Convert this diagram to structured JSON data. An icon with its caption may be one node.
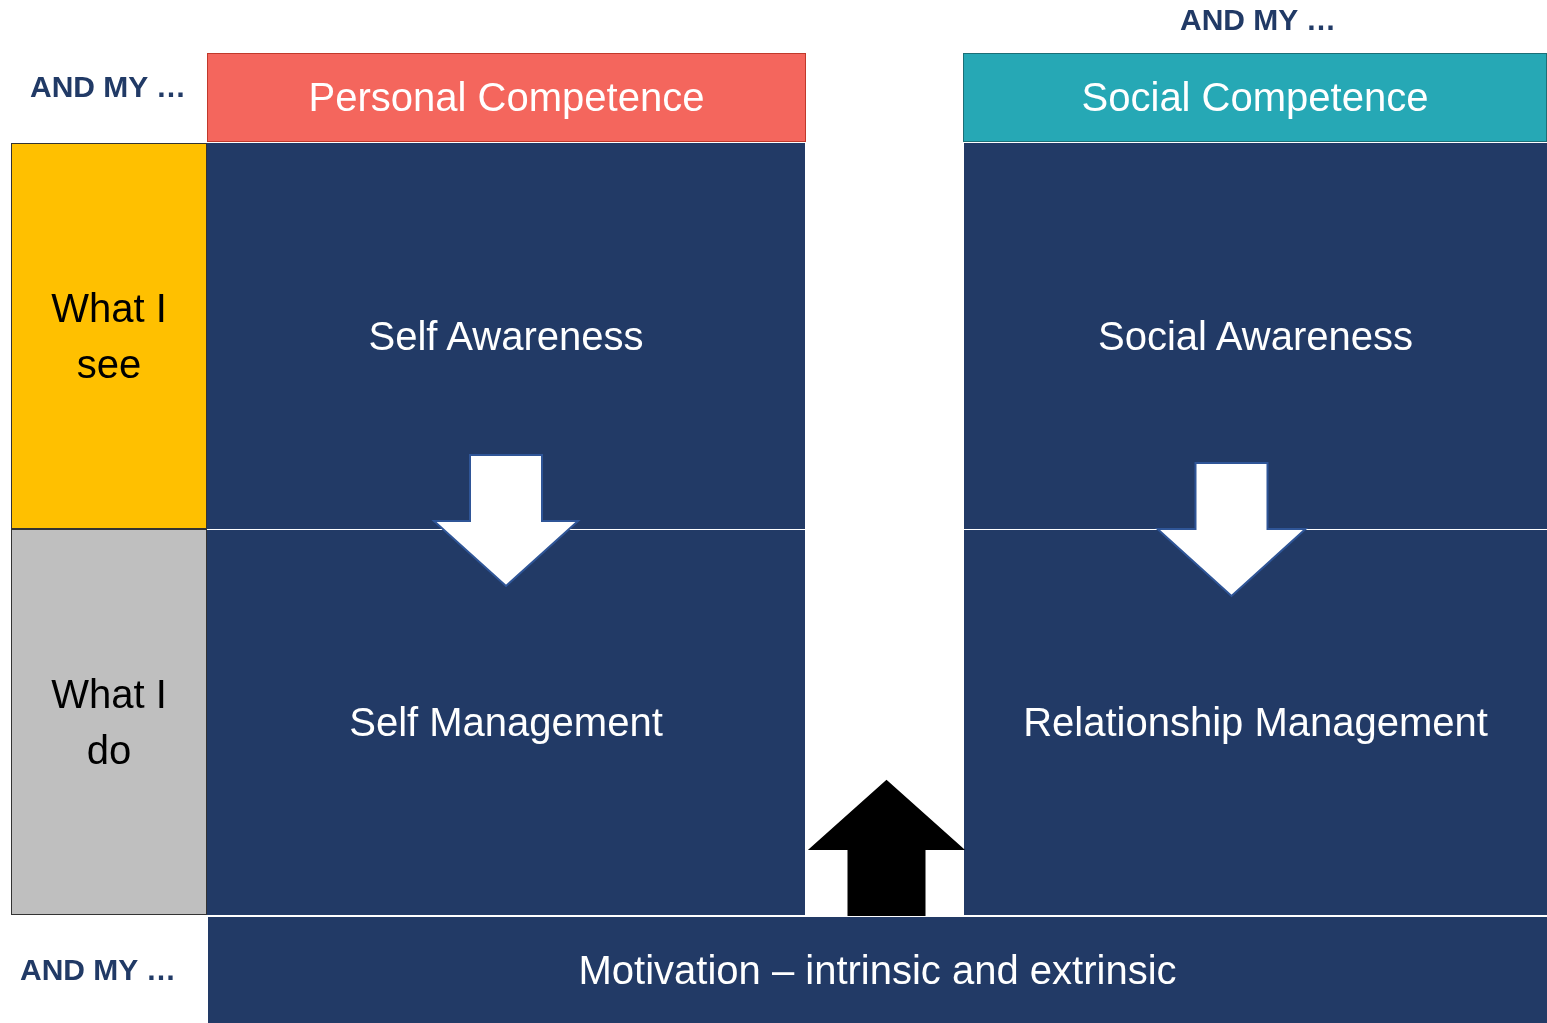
{
  "diagram": {
    "nodes": [
      {
        "text": [
          "Personal Competence"
        ]
      },
      {
        "text": [
          "Social Competence"
        ]
      },
      {
        "text": [
          "What I see"
        ]
      },
      {
        "text": [
          "What I do"
        ]
      },
      {
        "text": [
          "Self Awareness"
        ]
      },
      {
        "text": [
          "Self Management"
        ]
      },
      {
        "text": [
          "Social Awareness"
        ]
      },
      {
        "text": [
          "Relationship Management"
        ]
      },
      {
        "text": [
          "Motivation – intrinsic and extrinsic"
        ]
      }
    ],
    "edges": [
      {
        "from": 4,
        "to": 5,
        "arrow": "to"
      },
      {
        "from": 6,
        "to": 7,
        "arrow": "to"
      },
      {
        "from": 8,
        "to": null,
        "arrow": "to",
        "color": "#000000"
      }
    ],
    "labels": [
      "AND MY …",
      "AND MY …",
      "AND MY …"
    ]
  }
}
